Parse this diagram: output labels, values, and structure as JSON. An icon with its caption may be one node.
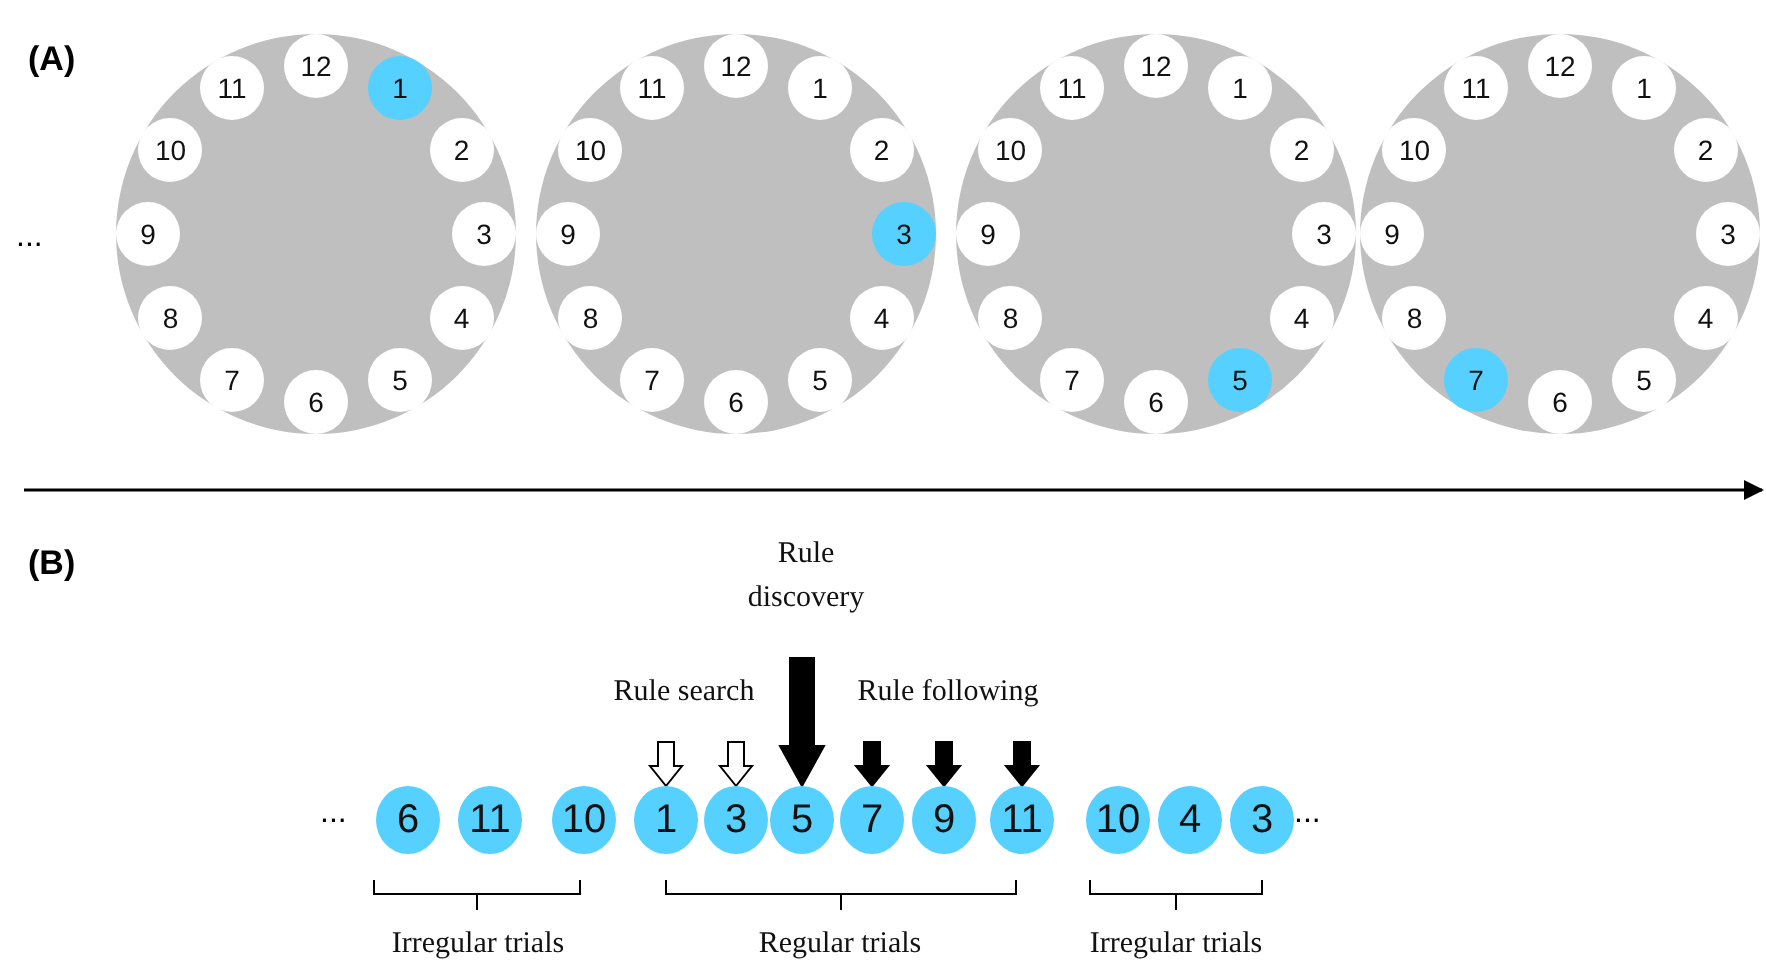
{
  "diagram": {
    "nodes": [
      {
        "text": [],
        "shape": "circle"
      },
      {
        "text": [
          "1"
        ],
        "in": 0
      },
      {
        "text": [
          "2"
        ],
        "in": 0
      },
      {
        "text": [
          "3"
        ],
        "in": 0
      },
      {
        "text": [
          "4"
        ],
        "in": 0
      },
      {
        "text": [
          "5"
        ],
        "in": 0
      },
      {
        "text": [
          "6"
        ],
        "in": 0
      },
      {
        "text": [
          "7"
        ],
        "in": 0
      },
      {
        "text": [
          "8"
        ],
        "in": 0
      },
      {
        "text": [
          "9"
        ],
        "in": 0
      },
      {
        "text": [
          "10"
        ],
        "in": 0
      },
      {
        "text": [
          "11"
        ],
        "in": 0
      },
      {
        "text": [
          "12"
        ],
        "in": 0
      },
      {
        "text": [],
        "shape": "circle"
      },
      {
        "text": [
          "1"
        ],
        "in": 13
      },
      {
        "text": [
          "2"
        ],
        "in": 13
      },
      {
        "text": [
          "3"
        ],
        "in": 13
      },
      {
        "text": [
          "4"
        ],
        "in": 13
      },
      {
        "text": [
          "5"
        ],
        "in": 13
      },
      {
        "text": [
          "6"
        ],
        "in": 13
      },
      {
        "text": [
          "7"
        ],
        "in": 13
      },
      {
        "text": [
          "8"
        ],
        "in": 13
      },
      {
        "text": [
          "9"
        ],
        "in": 13
      },
      {
        "text": [
          "10"
        ],
        "in": 13
      },
      {
        "text": [
          "11"
        ],
        "in": 13
      },
      {
        "text": [
          "12"
        ],
        "in": 13
      },
      {
        "text": [],
        "shape": "circle"
      },
      {
        "text": [
          "1"
        ],
        "in": 26
      },
      {
        "text": [
          "2"
        ],
        "in": 26
      },
      {
        "text": [
          "3"
        ],
        "in": 26
      },
      {
        "text": [
          "4"
        ],
        "in": 26
      },
      {
        "text": [
          "5"
        ],
        "in": 26
      },
      {
        "text": [
          "6"
        ],
        "in": 26
      },
      {
        "text": [
          "7"
        ],
        "in": 26
      },
      {
        "text": [
          "8"
        ],
        "in": 26
      },
      {
        "text": [
          "9"
        ],
        "in": 26
      },
      {
        "text": [
          "10"
        ],
        "in": 26
      },
      {
        "text": [
          "11"
        ],
        "in": 26
      },
      {
        "text": [
          "12"
        ],
        "in": 26
      },
      {
        "text": [],
        "shape": "circle"
      },
      {
        "text": [
          "1"
        ],
        "in": 39
      },
      {
        "text": [
          "2"
        ],
        "in": 39
      },
      {
        "text": [
          "3"
        ],
        "in": 39
      },
      {
        "text": [
          "4"
        ],
        "in": 39
      },
      {
        "text": [
          "5"
        ],
        "in": 39
      },
      {
        "text": [
          "6"
        ],
        "in": 39
      },
      {
        "text": [
          "7"
        ],
        "in": 39
      },
      {
        "text": [
          "8"
        ],
        "in": 39
      },
      {
        "text": [
          "9"
        ],
        "in": 39
      },
      {
        "text": [
          "10"
        ],
        "in": 39
      },
      {
        "text": [
          "11"
        ],
        "in": 39
      },
      {
        "text": [
          "12"
        ],
        "in": 39
      },
      {
        "text": [
          "6"
        ]
      },
      {
        "text": [
          "11"
        ]
      },
      {
        "text": [
          "10"
        ]
      },
      {
        "text": [
          "1"
        ]
      },
      {
        "text": [
          "3"
        ]
      },
      {
        "text": [
          "5"
        ]
      },
      {
        "text": [
          "7"
        ]
      },
      {
        "text": [
          "9"
        ]
      },
      {
        "text": [
          "11"
        ]
      },
      {
        "text": [
          "10"
        ]
      },
      {
        "text": [
          "4"
        ]
      },
      {
        "text": [
          "3"
        ]
      }
    ],
    "edges": [
      {
        "from": null,
        "to": 55,
        "arrow": "to"
      },
      {
        "from": null,
        "to": 56,
        "arrow": "to"
      },
      {
        "from": null,
        "to": 57,
        "arrow": "to",
        "style": "thick",
        "color": "#000000"
      },
      {
        "from": null,
        "to": 58,
        "arrow": "to",
        "color": "#000000"
      },
      {
        "from": null,
        "to": 59,
        "arrow": "to",
        "color": "#000000"
      },
      {
        "from": null,
        "to": 60,
        "arrow": "to",
        "color": "#000000"
      }
    ],
    "labels": [
      "(A)",
      "...",
      "(B)",
      "Rule discovery",
      "Rule search",
      "Rule following",
      "...",
      "...",
      "Irregular trials",
      "Regular trials",
      "Irregular trials"
    ]
  }
}
